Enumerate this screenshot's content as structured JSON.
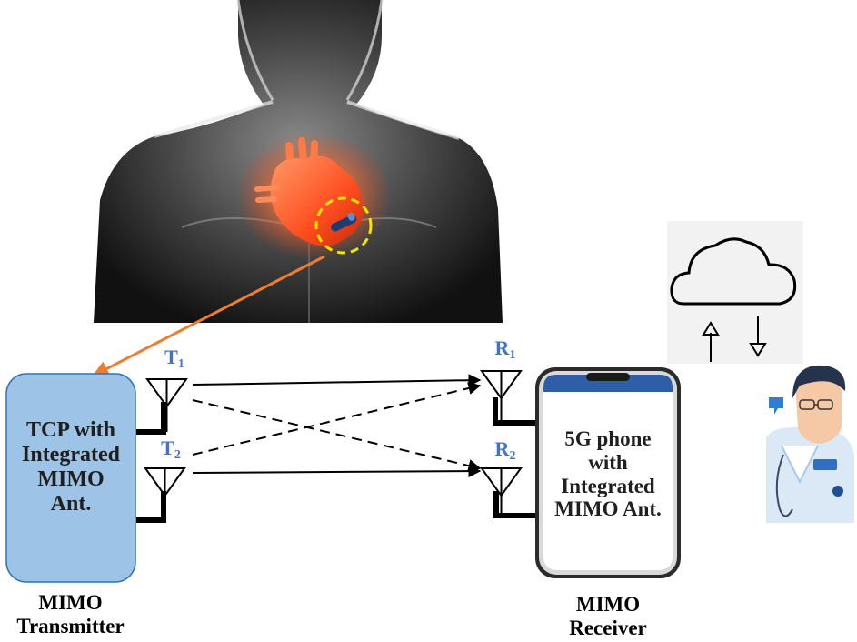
{
  "transmitter_box": {
    "lines": [
      "TCP with",
      "Integrated",
      "MIMO",
      "Ant."
    ]
  },
  "transmitter_caption": {
    "lines": [
      "MIMO",
      "Transmitter"
    ]
  },
  "receiver_phone": {
    "lines": [
      "5G phone",
      "with",
      "Integrated",
      "MIMO Ant."
    ]
  },
  "receiver_caption": {
    "lines": [
      "MIMO",
      "Receiver"
    ]
  },
  "antennas": {
    "t1": {
      "letter": "T",
      "index": "1"
    },
    "t2": {
      "letter": "T",
      "index": "2"
    },
    "r1": {
      "letter": "R",
      "index": "1"
    },
    "r2": {
      "letter": "R",
      "index": "2"
    }
  },
  "colors": {
    "transmitter_fill": "#9dc3e6",
    "transmitter_border": "#2e75b6",
    "antenna_label": "#4472c4",
    "implant_link": "#ed7d31",
    "implant_marker": "#f2e600",
    "heart": "#ff5a2a"
  },
  "icons": [
    "human-torso-illustration",
    "heart-illustration",
    "capsule-implant-icon",
    "phone-frame",
    "cloud-icon",
    "arrow-up-icon",
    "arrow-down-icon",
    "doctor-avatar",
    "speech-bubble-icon",
    "stethoscope-icon"
  ]
}
